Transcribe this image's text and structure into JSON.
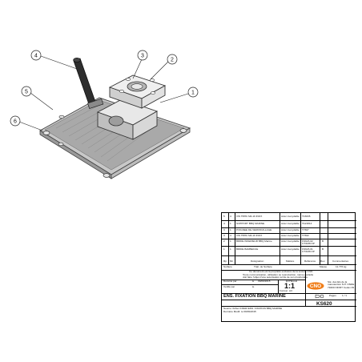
{
  "callouts": [
    "1",
    "2",
    "3",
    "4",
    "5",
    "6"
  ],
  "bom": {
    "rows": [
      {
        "rep": "5",
        "qty": "4",
        "designation": "VIS TBHC M4-16 INOX",
        "matiere": "Acier inoxydable",
        "reference": "T16635",
        "obs": ""
      },
      {
        "rep": "4",
        "qty": "1",
        "designation": "SUPPORT BBQ MARINE",
        "matiere": "Acier inoxydable",
        "reference": "TA21814",
        "obs": ""
      },
      {
        "rep": "3",
        "qty": "1",
        "designation": "POIGNEE DE VERROUILLAGE",
        "matiere": "Acier inoxydable",
        "reference": "T7667",
        "obs": ""
      },
      {
        "rep": "3",
        "qty": "4",
        "designation": "VIS TBHC M4-16 INOX",
        "matiere": "Acier inoxydable",
        "reference": "T7662",
        "obs": ""
      },
      {
        "rep": "2",
        "qty": "1",
        "designation": "BRIDE INFERIEUR BBQ Marine",
        "matiere": "Acier inoxydable",
        "reference": "KS623-02 CT3165.FP",
        "obs": "B"
      },
      {
        "rep": "1",
        "qty": "1",
        "designation": "BRIDE BARBECUE",
        "matiere": "Acier inoxydable",
        "reference": "KS623-01 CT3165.FP",
        "obs": "B"
      }
    ],
    "headers": {
      "rep": "Rp",
      "qty": "Nb",
      "designation": "Désignation",
      "matiere": "Matière",
      "reference": "Référence",
      "obs": "Rev.",
      "comment": "Commentaires"
    }
  },
  "tb": {
    "surface_label": "Surface",
    "treatment": "Trait. de Surface",
    "mass_label": "Masse",
    "mass_value": "11.776 kg",
    "property": "Ce document est la propriété exclusive de la société CNO.",
    "reproduction": "Toute communication, utilisation ou reproduction, même partielle",
    "authorization": "doit faire l'objet d'une autorisation écrite de son propriétaire.",
    "created_by_label": "Dessiné par",
    "created_date_label": "le",
    "date": "09/09/2015",
    "checked_label": "Vérifié par",
    "checked_date_label": "le",
    "scale_label": "ECHELLE",
    "scale": "1:1",
    "format_label": "Format",
    "format": "A3",
    "company": "Sté. des Ets de la manutention N.P. ONDE",
    "address": "79400 NIORT Cedex 09",
    "logo": "CNO",
    "pages_label": "Pages",
    "pages": "1 / 1",
    "title": "ENS. FIXATION BBQ MARINE",
    "ref": "KS620",
    "file_path": "Source: fichier KS620 ENS. FIXATION BBQ MARINE",
    "revision": "Dernière Modif. le 09/09/2015"
  }
}
